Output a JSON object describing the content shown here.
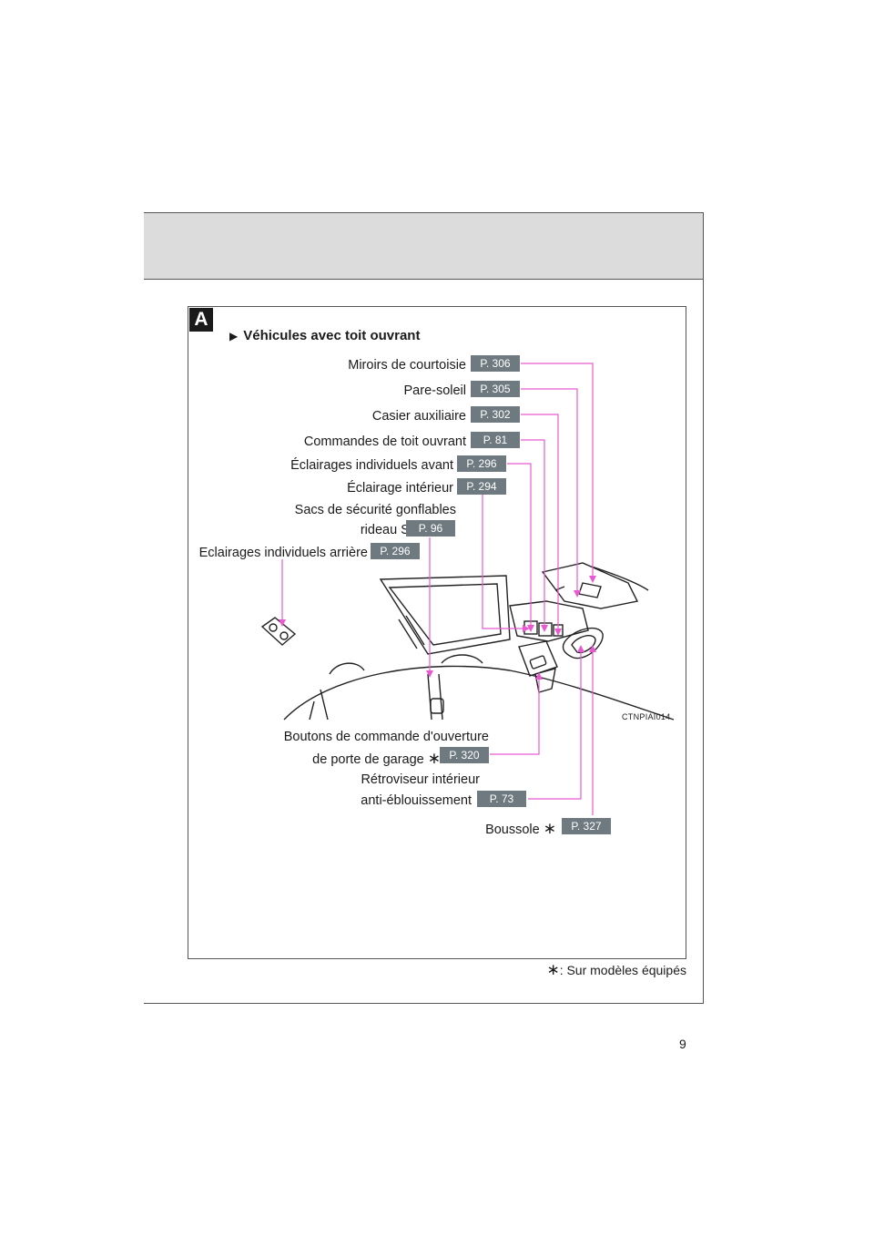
{
  "section": {
    "tag": "A",
    "title": "Véhicules avec toit ouvrant"
  },
  "callouts": {
    "miroirs": {
      "label": "Miroirs de courtoisie",
      "page": "P. 306"
    },
    "pare_soleil": {
      "label": "Pare-soleil",
      "page": "P. 305"
    },
    "casier": {
      "label": "Casier auxiliaire",
      "page": "P. 302"
    },
    "commandes_toit": {
      "label": "Commandes de toit ouvrant",
      "page": "P. 81"
    },
    "eclairages_avant": {
      "label": "Éclairages individuels avant",
      "page": "P. 296"
    },
    "eclairage_interieur": {
      "label": "Éclairage intérieur",
      "page": "P. 294"
    },
    "sacs_srs": {
      "line1": "Sacs de sécurité gonflables",
      "line2": "rideau SRS",
      "page": "P. 96"
    },
    "eclairages_arriere": {
      "label": "Eclairages individuels arrière",
      "page": "P. 296"
    },
    "boutons_garage": {
      "line1": "Boutons de commande d'ouverture",
      "line2": "de porte de garage",
      "page": "P. 320"
    },
    "retroviseur": {
      "line1": "Rétroviseur intérieur",
      "line2": "anti-éblouissement",
      "page": "P. 73"
    },
    "boussole": {
      "label": "Boussole",
      "page": "P. 327"
    }
  },
  "image_code": "CTNPIAI014",
  "footnote": {
    "symbol": "∗",
    "text": ": Sur modèles équipés"
  },
  "page_number": "9",
  "colors": {
    "leader_line": "#e85ad0",
    "badge": "#6e7a80",
    "ink": "#1a1a1a"
  },
  "icons": {
    "section_bullet": "triangle-right-icon",
    "optional_mark": "asterisk-icon"
  }
}
